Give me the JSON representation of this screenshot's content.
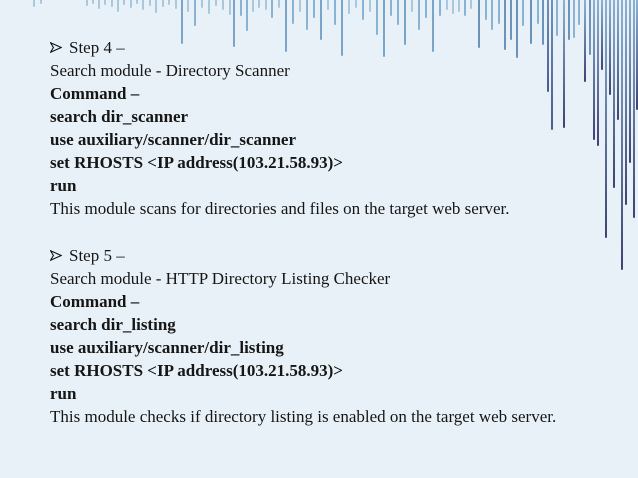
{
  "slide": {
    "sections": [
      {
        "bullet": "➢",
        "title": "Step 4 –",
        "lines": [
          {
            "text": "Search module - Directory Scanner",
            "bold": false
          },
          {
            "text": "Command –",
            "bold": true
          },
          {
            "text": "search dir_scanner",
            "bold": true
          },
          {
            "text": "use auxiliary/scanner/dir_scanner",
            "bold": true
          },
          {
            "text": "set RHOSTS <IP address(103.21.58.93)>",
            "bold": true
          },
          {
            "text": "run",
            "bold": true
          },
          {
            "text": "This module scans for directories and files on the target web server.",
            "bold": false
          }
        ]
      },
      {
        "bullet": "➢",
        "title": "Step 5 –",
        "lines": [
          {
            "text": "Search module - HTTP Directory Listing Checker",
            "bold": false
          },
          {
            "text": "Command –",
            "bold": true
          },
          {
            "text": "search dir_listing",
            "bold": true
          },
          {
            "text": "use auxiliary/scanner/dir_listing",
            "bold": true
          },
          {
            "text": "set RHOSTS <IP address(103.21.58.93)>",
            "bold": true
          },
          {
            "text": "run",
            "bold": true
          },
          {
            "text": "This module checks if directory listing is enabled on the target web server.",
            "bold": false
          }
        ]
      }
    ]
  },
  "decor_colors": {
    "background": "#e8f1f7",
    "text": "#161616",
    "light": "#a9c8de",
    "medium": "#8ab2d3",
    "mid_long": "#7aa5c8",
    "steel": "#6d93bb",
    "slate": "#4d5a8c",
    "navy": "#3e4372"
  }
}
